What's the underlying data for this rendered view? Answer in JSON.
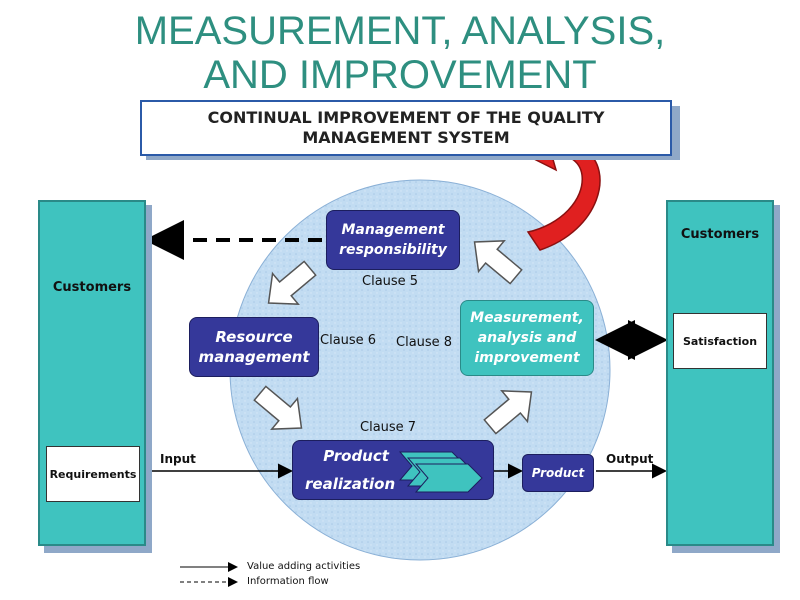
{
  "title": {
    "line1": "MEASUREMENT, ANALYSIS,",
    "line2": "AND IMPROVEMENT"
  },
  "banner": {
    "line1": "CONTINUAL IMPROVEMENT OF THE QUALITY",
    "line2": "MANAGEMENT SYSTEM"
  },
  "left_customers": {
    "label": "Customers",
    "box": "Requirements"
  },
  "right_customers": {
    "label": "Customers",
    "box": "Satisfaction"
  },
  "nodes": {
    "management": {
      "line1": "Management",
      "line2": "responsibility"
    },
    "resource": {
      "line1": "Resource",
      "line2": "management"
    },
    "measurement": {
      "line1": "Measurement,",
      "line2": "analysis and",
      "line3": "improvement"
    },
    "product_realization": {
      "line1": "Product",
      "line2": "realization"
    },
    "product": "Product"
  },
  "clauses": {
    "c5": "Clause 5",
    "c6": "Clause 6",
    "c7": "Clause 7",
    "c8": "Clause 8"
  },
  "flow": {
    "input": "Input",
    "output": "Output"
  },
  "legend": {
    "solid": "Value adding activities",
    "dashed": "Information flow"
  },
  "colors": {
    "title": "#2e8f80",
    "teal": "#3fc3bf",
    "dark_blue": "#35389a",
    "circle": "#bcd8f0",
    "red_arrow": "#e02020"
  }
}
